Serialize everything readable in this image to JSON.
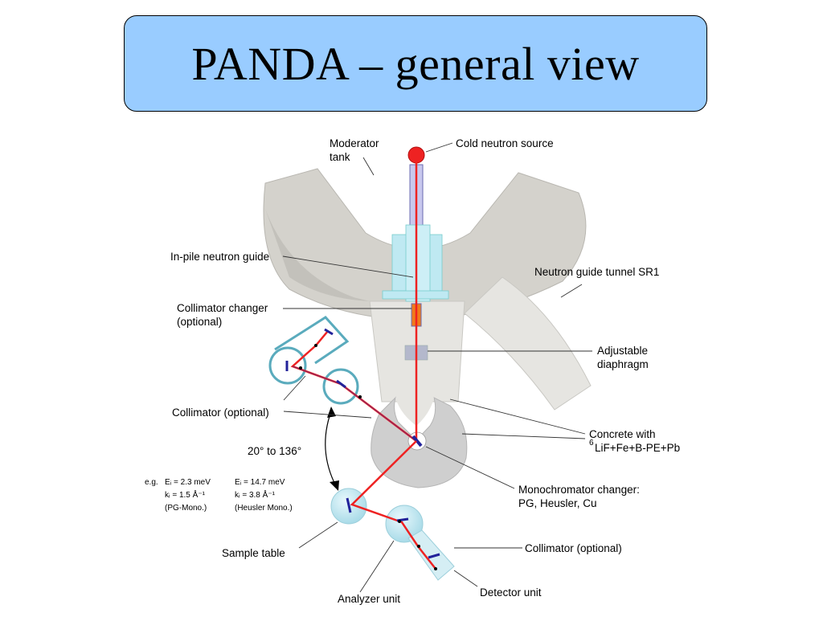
{
  "title": "PANDA – general view",
  "labels": {
    "moderator_tank_1": "Moderator",
    "moderator_tank_2": "tank",
    "cold_source": "Cold neutron source",
    "in_pile_guide": "In-pile neutron guide",
    "collimator_changer_1": "Collimator changer",
    "collimator_changer_2": "(optional)",
    "guide_tunnel": "Neutron guide tunnel SR1",
    "diaphragm_1": "Adjustable",
    "diaphragm_2": "diaphragm",
    "collimator_left": "Collimator (optional)",
    "concrete_1": "Concrete with",
    "concrete_sup": "6",
    "concrete_2": "LiF+Fe+B-PE+Pb",
    "angle_range": "20° to 136°",
    "mono_changer_1": "Monochromator changer:",
    "mono_changer_2": "PG, Heusler, Cu",
    "sample_table": "Sample table",
    "collimator_right": "Collimator (optional)",
    "detector_unit": "Detector unit",
    "analyzer_unit": "Analyzer unit"
  },
  "examples": {
    "eg": "e.g.",
    "pg_ei": "Eᵢ = 2.3 meV",
    "pg_ki": "kᵢ = 1.5 Å⁻¹",
    "pg_name": "(PG-Mono.)",
    "heusler_ei": "Eᵢ = 14.7 meV",
    "heusler_ki": "kᵢ = 3.8 Å⁻¹",
    "heusler_name": "(Heusler Mono.)"
  },
  "colors": {
    "title_bg": "#99ccff",
    "shielding": "#d4d2cc",
    "tunnel": "#e6e5e1",
    "concrete": "#cfcfcf",
    "guide": "#bfe9f2",
    "beam": "#ee2222",
    "crystal": "#22229a",
    "instrument_outline": "#5aabbd"
  }
}
